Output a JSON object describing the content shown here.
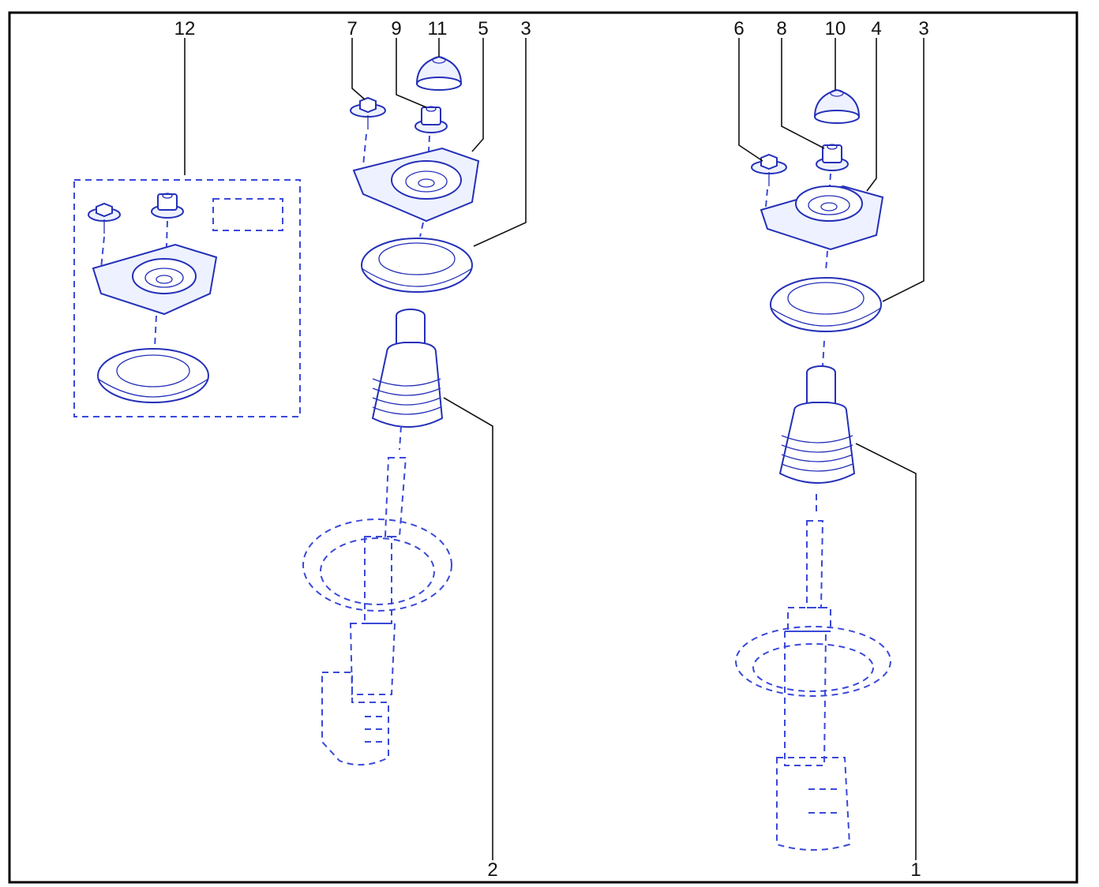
{
  "callouts": {
    "c1": "1",
    "c2": "2",
    "c3a": "3",
    "c3b": "3",
    "c4": "4",
    "c5": "5",
    "c6": "6",
    "c7": "7",
    "c8": "8",
    "c9": "9",
    "c10": "10",
    "c11": "11",
    "c12": "12"
  },
  "colors": {
    "line": "#2430b8",
    "text": "#111111",
    "border": "#000000"
  }
}
